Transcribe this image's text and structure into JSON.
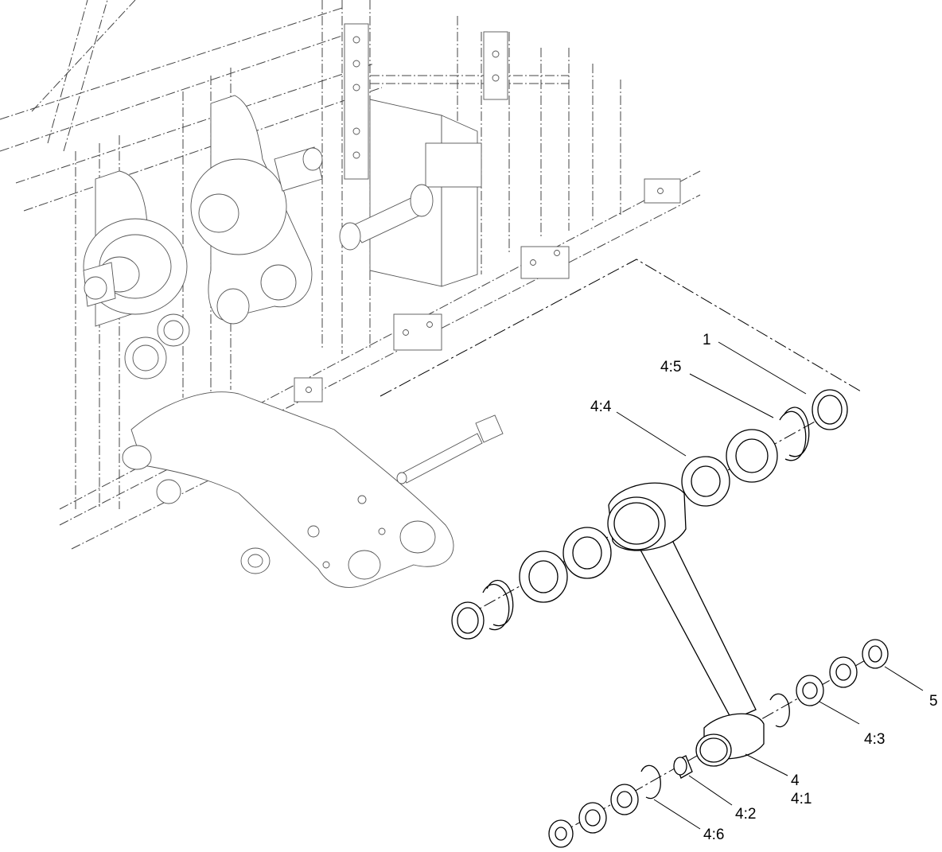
{
  "callouts": {
    "c1": "1",
    "c4_5": "4:5",
    "c4_4": "4:4",
    "c5": "5",
    "c4_3": "4:3",
    "c4": "4",
    "c4_1": "4:1",
    "c4_2": "4:2",
    "c4_6": "4:6"
  }
}
